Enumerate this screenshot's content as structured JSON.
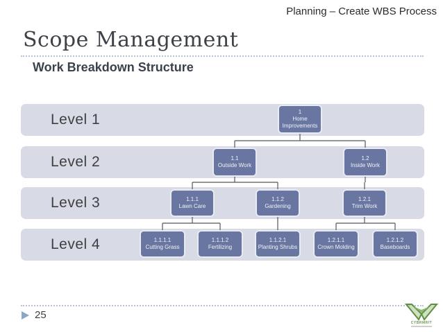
{
  "slide": {
    "header_tag": "Planning – Create WBS Process",
    "title": "Scope Management",
    "subtitle": "Work Breakdown Structure"
  },
  "wbs": {
    "levels": [
      {
        "label": "Level 1"
      },
      {
        "label": "Level 2"
      },
      {
        "label": "Level 3"
      },
      {
        "label": "Level 4"
      }
    ],
    "nodes": [
      {
        "id": "1",
        "name": "Home Improvements"
      },
      {
        "id": "1.1",
        "name": "Outside Work"
      },
      {
        "id": "1.2",
        "name": "Inside Work"
      },
      {
        "id": "1.1.1",
        "name": "Lawn Care"
      },
      {
        "id": "1.1.2",
        "name": "Gardening"
      },
      {
        "id": "1.2.1",
        "name": "Trim Work"
      },
      {
        "id": "1.1.1.1",
        "name": "Cutting Grass"
      },
      {
        "id": "1.1.1.2",
        "name": "Fertilizing"
      },
      {
        "id": "1.1.2.1",
        "name": "Planting Shrubs"
      },
      {
        "id": "1.2.1.1",
        "name": "Crown Molding"
      },
      {
        "id": "1.2.1.2",
        "name": "Baseboards"
      }
    ]
  },
  "footer": {
    "page_number": "25",
    "logo_text": "CYBRMRIT"
  },
  "colors": {
    "node_fill": "#6a76a2",
    "node_border": "#e9ebf3",
    "band_bg": "#d8dbe6",
    "connector": "#55565e",
    "dotted_rule": "#b7c3d6",
    "bullet": "#8ca6c6",
    "logo_green": "#5f8f45"
  }
}
